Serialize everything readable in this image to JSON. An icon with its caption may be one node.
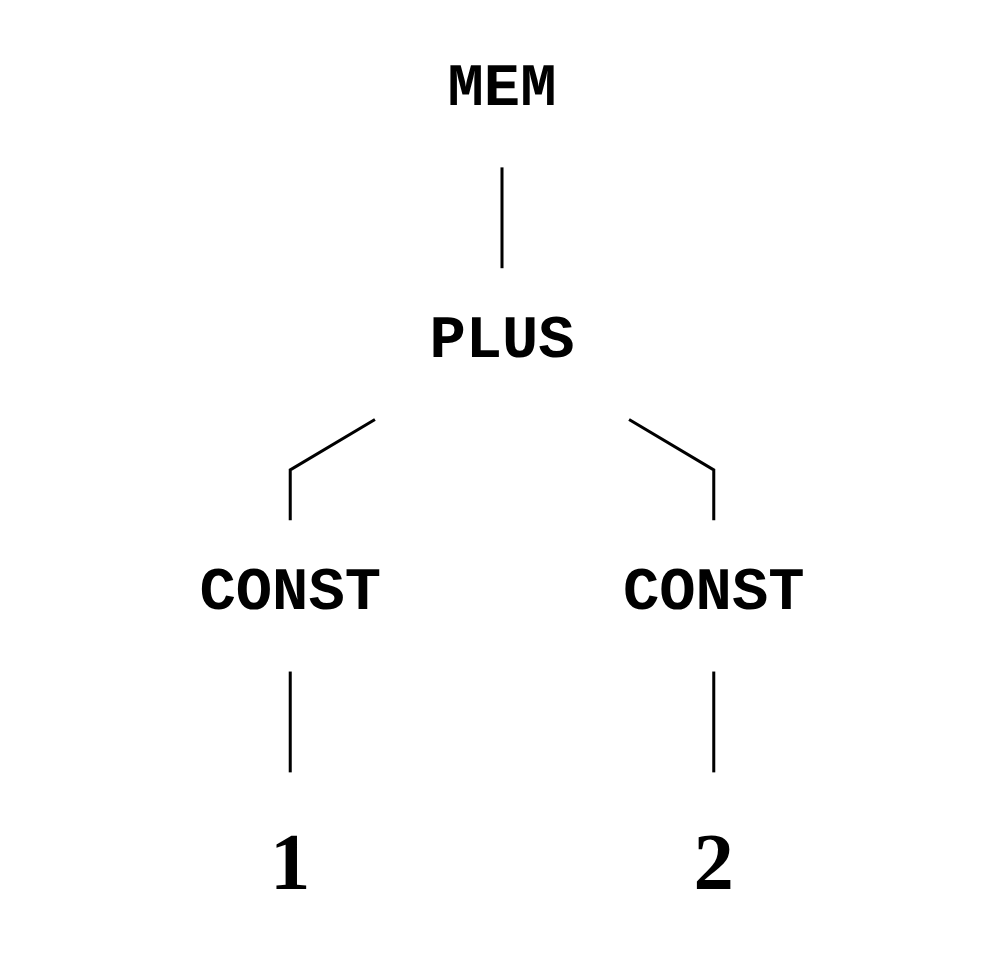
{
  "diagram": {
    "nodes": [
      {
        "text": [
          "MEM"
        ]
      },
      {
        "text": [
          "PLUS"
        ]
      },
      {
        "text": [
          "CONST"
        ]
      },
      {
        "text": [
          "CONST"
        ]
      },
      {
        "text": [
          "1"
        ]
      },
      {
        "text": [
          "2"
        ]
      }
    ],
    "edges": [
      {
        "from": 0,
        "to": 1,
        "arrow": "none"
      },
      {
        "from": 1,
        "to": 2,
        "arrow": "none"
      },
      {
        "from": 1,
        "to": 3,
        "arrow": "none"
      },
      {
        "from": 2,
        "to": 4,
        "arrow": "none"
      },
      {
        "from": 3,
        "to": 5,
        "arrow": "none"
      }
    ]
  }
}
